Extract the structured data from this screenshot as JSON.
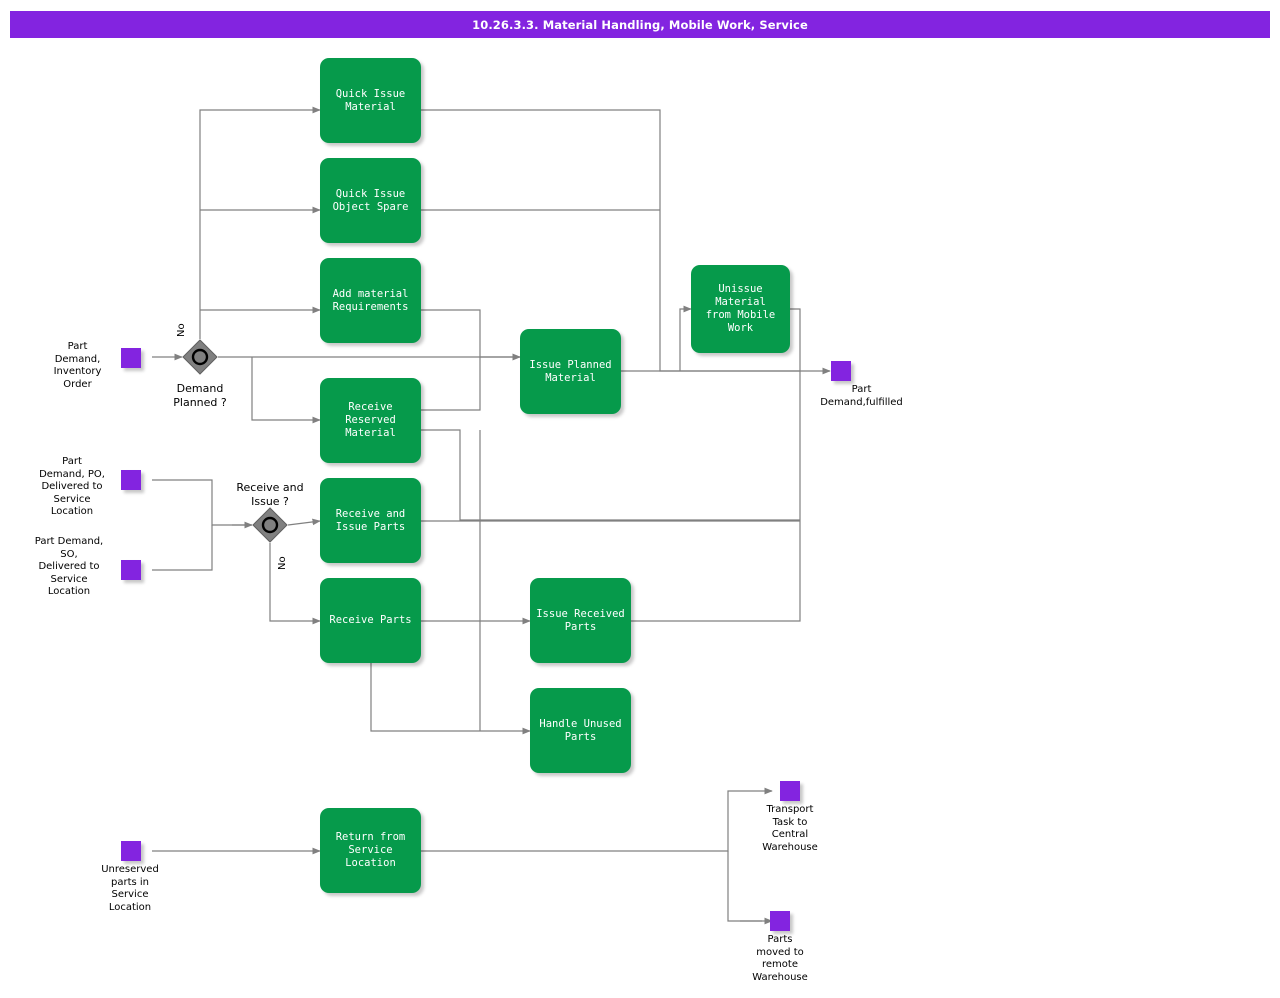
{
  "header": {
    "title": "10.26.3.3. Material Handling, Mobile Work, Service"
  },
  "colors": {
    "header_background": "#8324E0",
    "task_fill": "#069A4B",
    "task_text": "#FFFFFF",
    "event_fill": "#8324E0",
    "gateway_fill": "#808080",
    "connector": "#808080",
    "page_background": "#FFFFFF"
  },
  "tasks": [
    {
      "id": "quick-issue-material",
      "label": "Quick Issue\nMaterial"
    },
    {
      "id": "quick-issue-object-spare",
      "label": "Quick Issue\nObject Spare"
    },
    {
      "id": "add-material-requirements",
      "label": "Add material\nRequirements"
    },
    {
      "id": "receive-reserved-material",
      "label": "Receive\nReserved\nMaterial"
    },
    {
      "id": "receive-and-issue-parts",
      "label": "Receive and\nIssue Parts"
    },
    {
      "id": "receive-parts",
      "label": "Receive Parts"
    },
    {
      "id": "issue-planned-material",
      "label": "Issue Planned\nMaterial"
    },
    {
      "id": "unissue-material-mobile-work",
      "label": "Unissue Material\nfrom Mobile\nWork"
    },
    {
      "id": "issue-received-parts",
      "label": "Issue Received\nParts"
    },
    {
      "id": "handle-unused-parts",
      "label": "Handle Unused\nParts"
    },
    {
      "id": "return-from-service-location",
      "label": "Return from\nService Location"
    }
  ],
  "events": [
    {
      "id": "part-demand-inventory-order",
      "label": "Part\nDemand,\nInventory\nOrder"
    },
    {
      "id": "part-demand-po-delivered",
      "label": "Part\nDemand, PO,\nDelivered to\nService\nLocation"
    },
    {
      "id": "part-demand-so-delivered",
      "label": "Part Demand,\nSO,\nDelivered to\nService\nLocation"
    },
    {
      "id": "unreserved-parts-service-loc",
      "label": "Unreserved\nparts in\nService\nLocation"
    },
    {
      "id": "part-demand-fulfilled",
      "label": "Part\nDemand,fulfilled"
    },
    {
      "id": "transport-task-central-wh",
      "label": "Transport\nTask to\nCentral\nWarehouse"
    },
    {
      "id": "parts-moved-remote-wh",
      "label": "Parts\nmoved to\nremote\nWarehouse"
    }
  ],
  "gateways": [
    {
      "id": "demand-planned",
      "label": "Demand\nPlanned ?",
      "type": "inclusive"
    },
    {
      "id": "receive-and-issue",
      "label": "Receive and\nIssue ?",
      "type": "inclusive"
    }
  ],
  "edge_labels": [
    {
      "id": "demand-planned-no",
      "label": "No"
    },
    {
      "id": "receive-and-issue-no",
      "label": "No"
    }
  ]
}
